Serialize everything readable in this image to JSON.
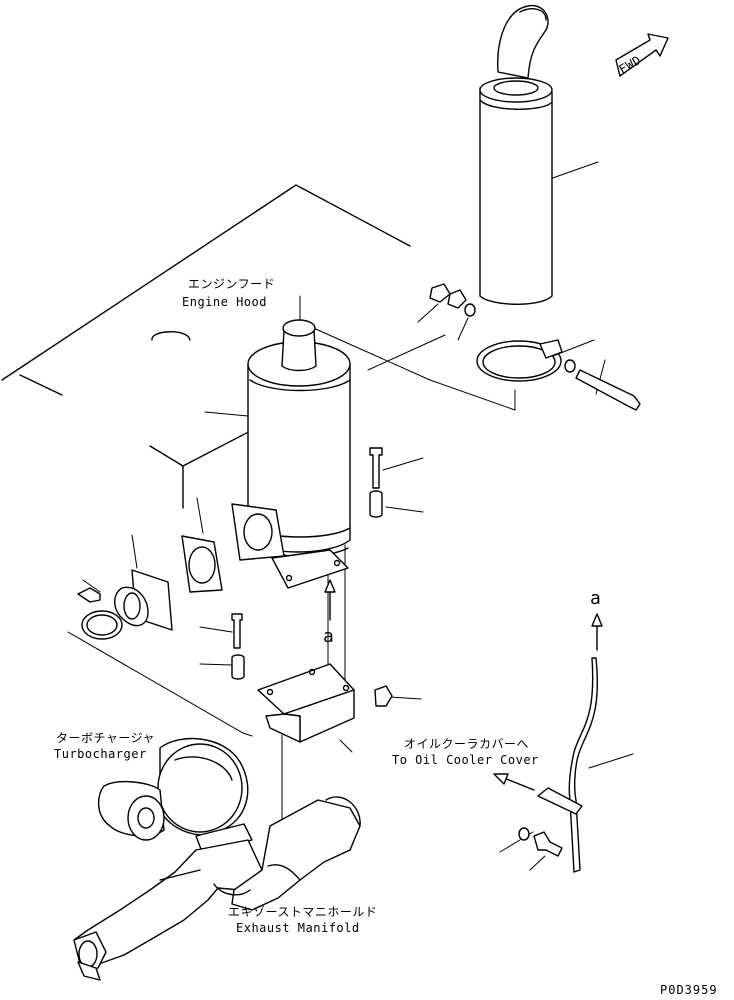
{
  "labels": {
    "engine_hood_jp": "エンジンフード",
    "engine_hood_en": "Engine Hood",
    "turbocharger_jp": "ターボチャージャ",
    "turbocharger_en": "Turbocharger",
    "exhaust_manifold_jp": "エキゾーストマニホールド",
    "exhaust_manifold_en": "Exhaust Manifold",
    "oil_cooler_jp": "オイルクーラカバーへ",
    "oil_cooler_en": "To Oil Cooler Cover",
    "fwd": "FWD",
    "ref_a_top": "a",
    "ref_a_bottom": "a"
  },
  "drawing_code": "P0D3959"
}
